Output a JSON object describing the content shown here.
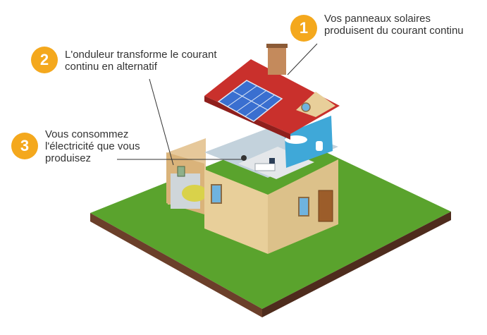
{
  "callouts": [
    {
      "number": "1",
      "text": "Vos panneaux solaires produisent du courant continu"
    },
    {
      "number": "2",
      "text": "L'onduleur transforme le courant continu en alternatif"
    },
    {
      "number": "3",
      "text": "Vous consommez l'électricité que vous produisez"
    }
  ],
  "colors": {
    "badge": "#f4a81d",
    "grass": "#5aa32d",
    "soil": "#6b3f2a",
    "roof": "#c9302c",
    "walls": "#e8cf9a",
    "solar_panel": "#3a6fd0",
    "bathroom_tile": "#3fa8d8"
  }
}
